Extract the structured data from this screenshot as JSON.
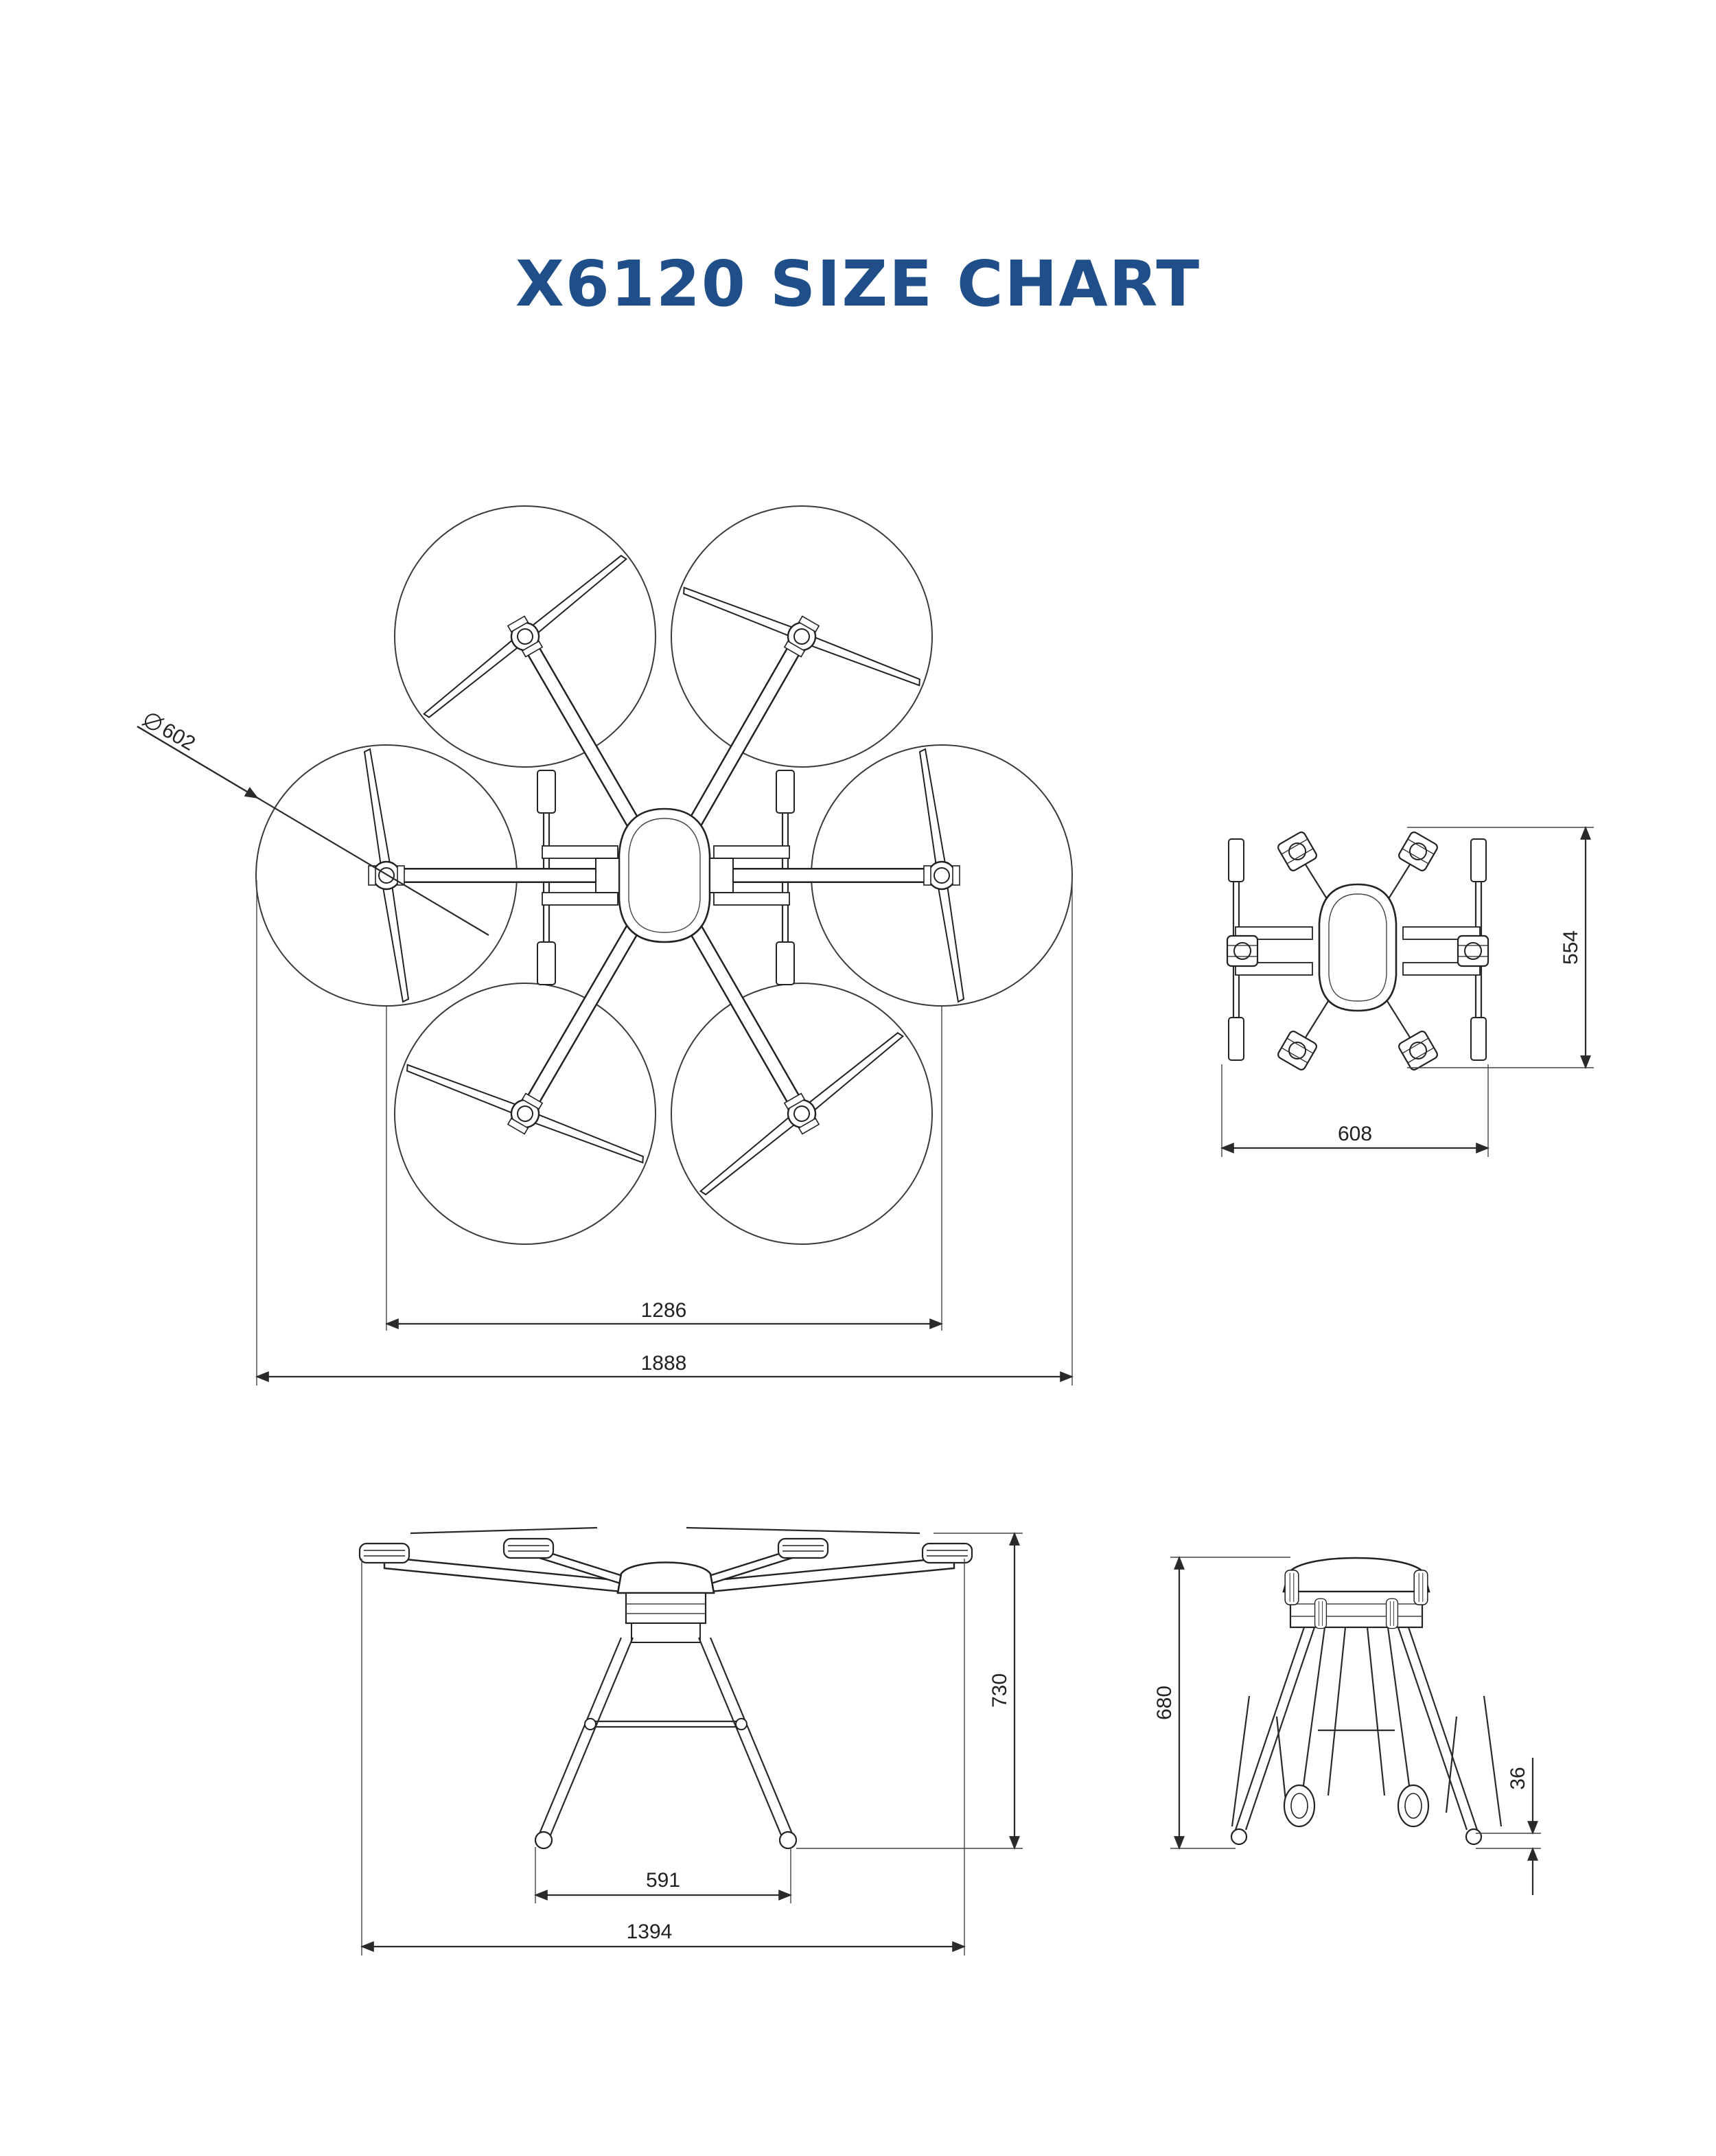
{
  "title": "X6120 SIZE CHART",
  "colors": {
    "title": "#1f4e89",
    "lines": "#2a2a2a",
    "background": "#ffffff"
  },
  "dimensions": {
    "prop_diameter": "602",
    "top_inner_span": "1286",
    "top_overall_span": "1888",
    "folded_height": "554",
    "folded_width": "608",
    "front_height": "730",
    "front_leg_span": "591",
    "front_overall_span": "1394",
    "side_height": "680",
    "side_foot": "36"
  }
}
